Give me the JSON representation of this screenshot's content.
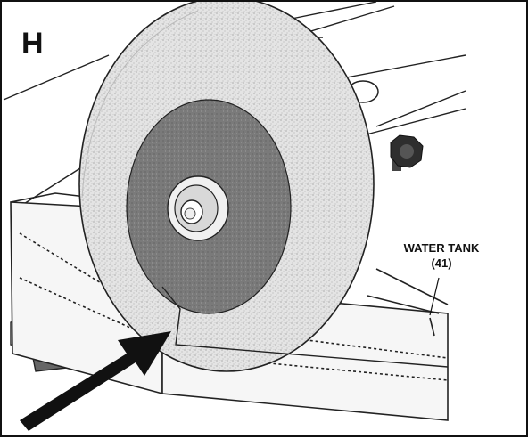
{
  "figure": {
    "panel_letter": "H",
    "callout": {
      "label": "WATER TANK",
      "ref": "(41)"
    }
  }
}
